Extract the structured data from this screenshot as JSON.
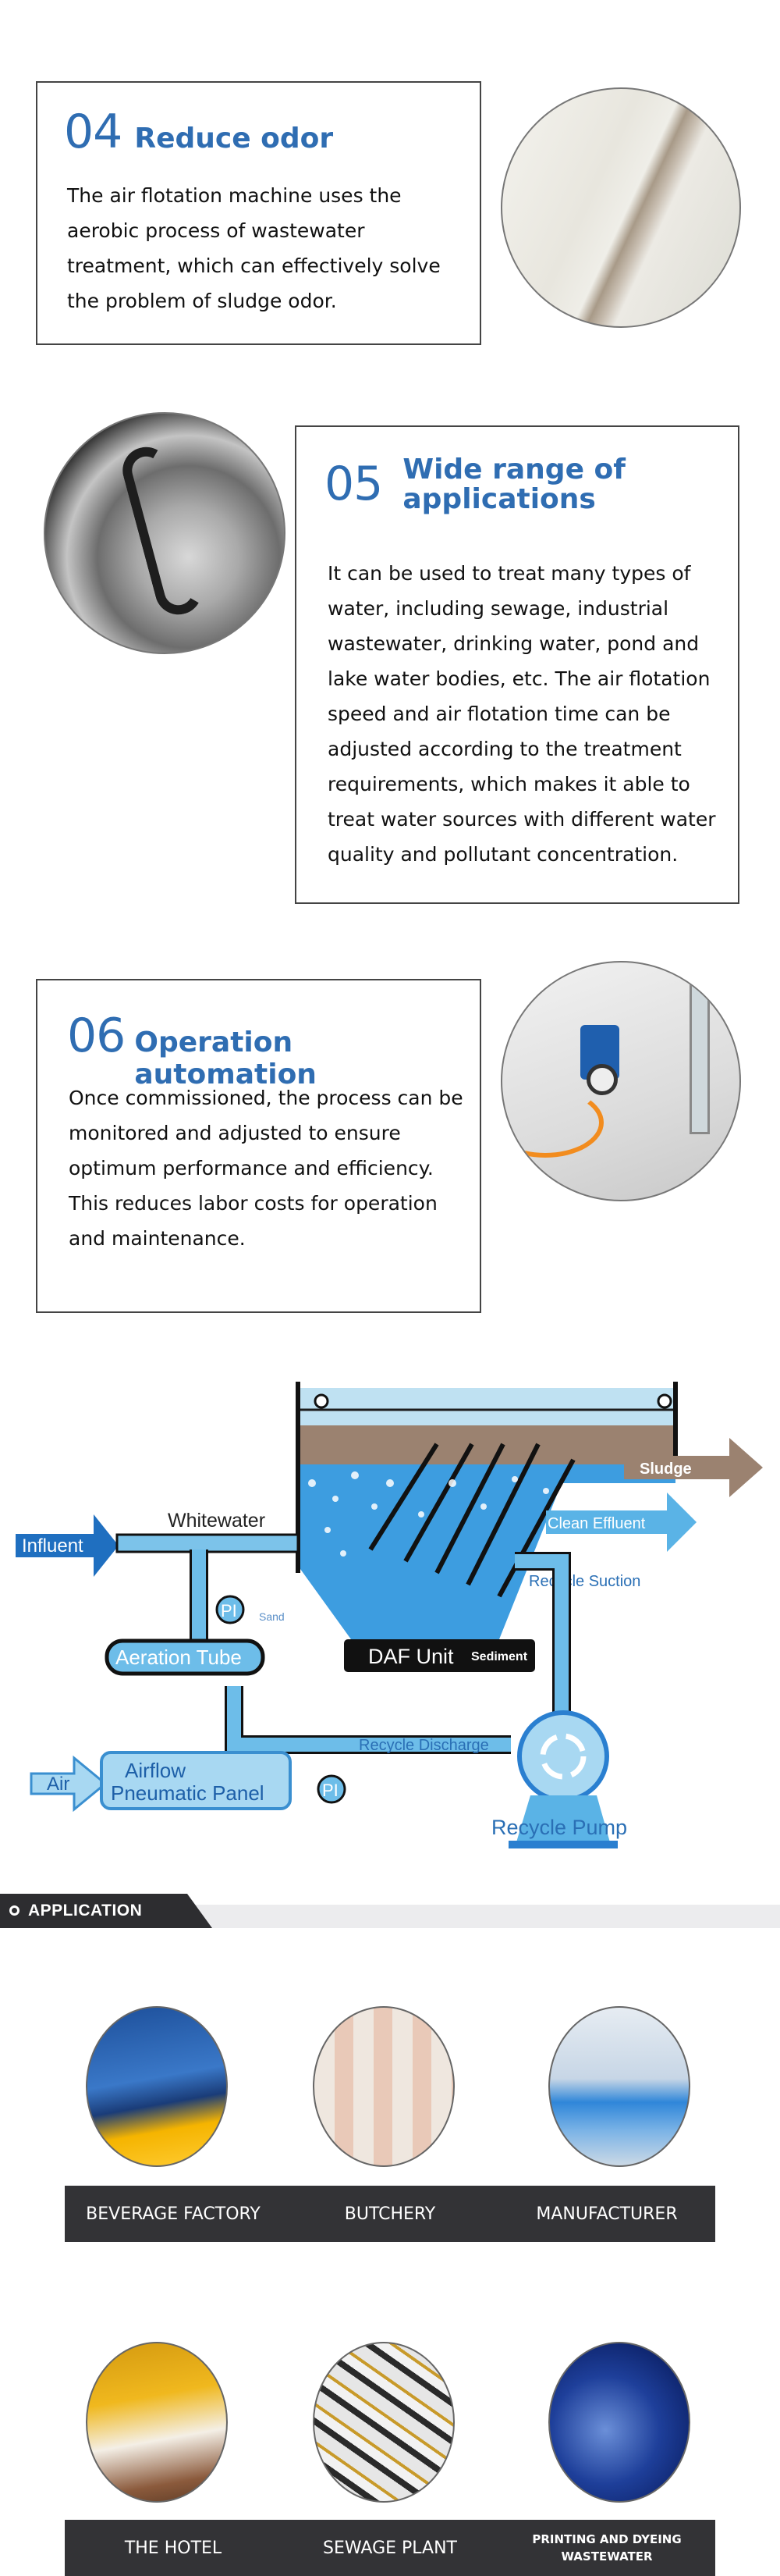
{
  "features": [
    {
      "number": "04",
      "title": "Reduce odor",
      "body": "The air flotation machine uses the aerobic process of wastewater treatment, which can effectively solve the problem of sludge odor."
    },
    {
      "number": "05",
      "title_line1": "Wide range of",
      "title_line2": "applications",
      "body": "It can be used to treat many types of water, including sewage, industrial wastewater, drinking water, pond and lake water bodies, etc. The air flotation speed and air flotation time can be adjusted according to the treatment requirements, which makes it able to treat water sources with different water quality and pollutant concentration."
    },
    {
      "number": "06",
      "title": "Operation automation",
      "body": "Once commissioned, the process can be monitored and adjusted to ensure optimum performance and efficiency. This reduces labor costs for operation and maintenance."
    }
  ],
  "diagram": {
    "influent": "Influent",
    "whitewater": "Whitewater",
    "sludge": "Sludge",
    "clean_effluent": "Clean Effluent",
    "recycle_suction": "Recycle Suction",
    "sand": "Sand",
    "pi": "PI",
    "aeration_tube": "Aeration Tube",
    "daf_unit": "DAF Unit",
    "sediment": "Sediment",
    "recycle_discharge": "Recycle Discharge",
    "air": "Air",
    "airflow": "Airflow",
    "pneumatic_panel": "Pneumatic Panel",
    "recycle_pump": "Recycle Pump"
  },
  "application": {
    "title": "APPLICATION",
    "items": [
      {
        "label": "BEVERAGE FACTORY"
      },
      {
        "label": "BUTCHERY"
      },
      {
        "label": "MANUFACTURER"
      },
      {
        "label": "THE HOTEL"
      },
      {
        "label": "SEWAGE PLANT"
      },
      {
        "label": "PRINTING AND DYEING",
        "label2": "WASTEWATER"
      }
    ]
  },
  "colors": {
    "accent": "#2f6db2",
    "dark_bar": "#333336",
    "water": "#4aa8e0",
    "sludge": "#9b8270"
  }
}
